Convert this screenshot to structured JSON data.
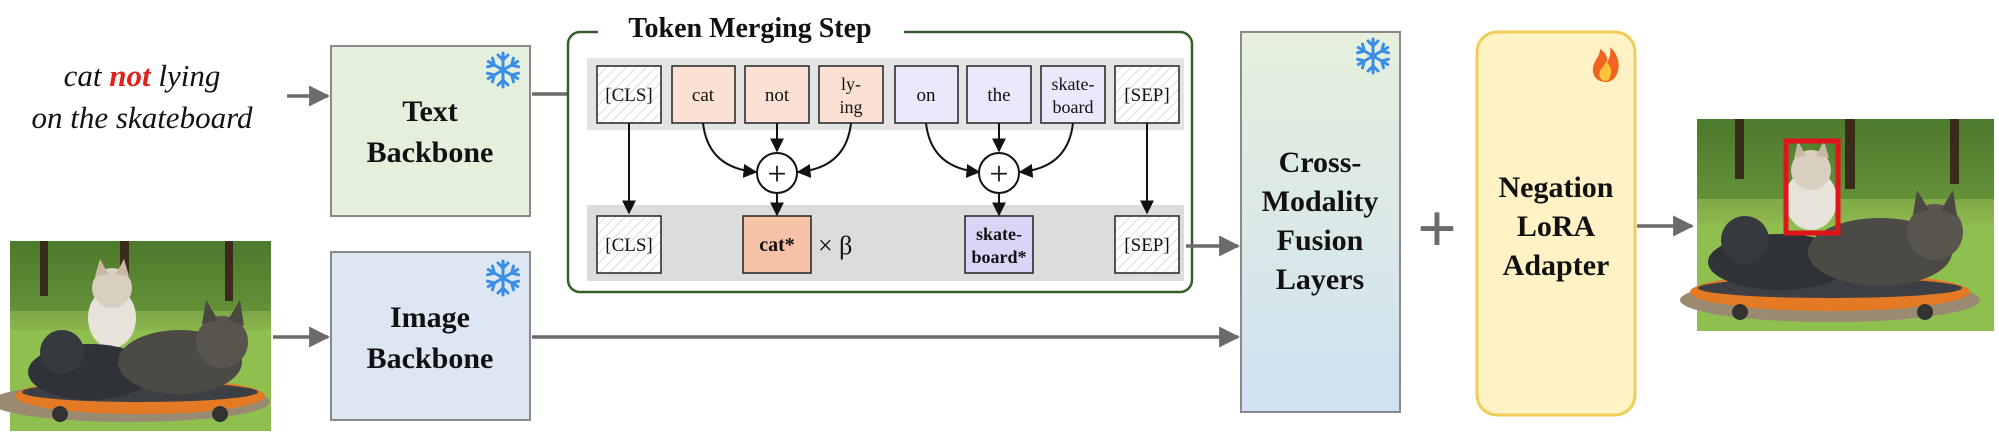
{
  "query": {
    "line1_pre": "cat ",
    "line1_neg": "not",
    "line1_post": " lying",
    "line2": "on the skateboard"
  },
  "text_backbone": {
    "line1": "Text",
    "line2": "Backbone"
  },
  "image_backbone": {
    "line1": "Image",
    "line2": "Backbone"
  },
  "token_merging": {
    "title": "Token Merging Step",
    "tokens": {
      "cls": "[CLS]",
      "cat": "cat",
      "not": "not",
      "lying1": "ly-",
      "lying2": "ing",
      "on": "on",
      "the": "the",
      "skate1": "skate-",
      "skate2": "board",
      "sep": "[SEP]"
    },
    "merged": {
      "cls": "[CLS]",
      "cat": "cat*",
      "times_beta": "× β",
      "skate1": "skate-",
      "skate2": "board*",
      "sep": "[SEP]"
    },
    "plus_symbol": "+"
  },
  "fusion": {
    "line1": "Cross-",
    "line2": "Modality",
    "line3": "Fusion",
    "line4": "Layers"
  },
  "lora": {
    "line1": "Negation",
    "line2": "LoRA",
    "line3": "Adapter"
  },
  "plus_symbol": "+",
  "colors": {
    "negation_red": "#e3201b",
    "text_backbone_fill": "#e4efdc",
    "image_backbone_fill": "#dde7f3",
    "box_stroke": "#8a8a8a",
    "token_group_border": "#355e2a",
    "token_strip": "#e4e4e4",
    "neg_token_fill": "#fbe1d4",
    "pos_token_fill": "#eae8fa",
    "merged_cat_fill": "#f7c3a6",
    "merged_skate_fill": "#d9d5f7",
    "lora_fill": "#fff2c4",
    "lora_stroke": "#f2cc58",
    "fusion_top": "#e6f0dc",
    "fusion_bottom": "#d0e2f2",
    "snowflake": "#3a8ee6",
    "arrow": "#6b6b6b",
    "bbox_red": "#e0141a"
  },
  "icons": {
    "frozen": "snowflake-icon",
    "trainable": "flame-icon"
  }
}
